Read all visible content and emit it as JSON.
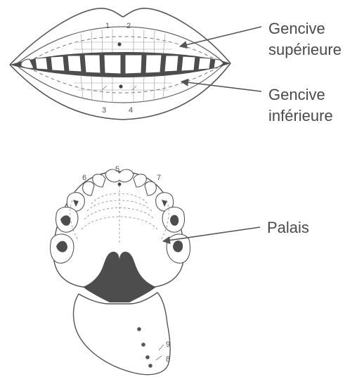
{
  "labels": {
    "upper_gum_line1": "Gencive",
    "upper_gum_line2": "supérieure",
    "lower_gum_line1": "Gencive",
    "lower_gum_line2": "inférieure",
    "palate": "Palais"
  },
  "point_numbers": {
    "n1": "1",
    "n2": "2",
    "n3": "3",
    "n4": "4",
    "n5": "5",
    "n6": "6",
    "n7": "7",
    "n8": "8",
    "n9": "9"
  },
  "colors": {
    "line": "#555555",
    "dark_fill": "#4d4d4d",
    "mid_fill": "#8a8a8a",
    "paper": "#ffffff"
  }
}
